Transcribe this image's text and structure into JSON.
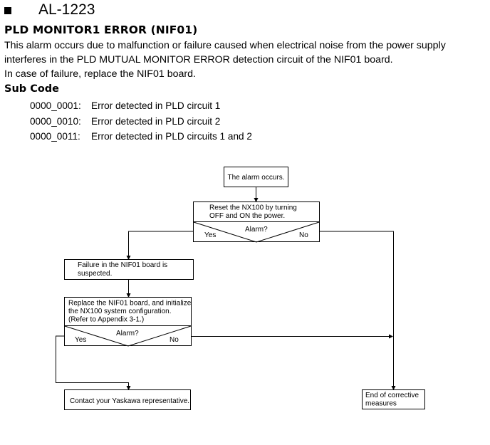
{
  "header": {
    "code": "AL-1223"
  },
  "title": "PLD MONITOR1 ERROR (NIF01)",
  "description": [
    "This alarm occurs due to malfunction or failure caused when electrical noise from the power supply",
    "interferes in the PLD MUTUAL MONITOR ERROR detection circuit of the NIF01 board.",
    "In case of failure, replace the NIF01 board."
  ],
  "sub_code_heading": "Sub Code",
  "sub_codes": [
    {
      "code": "0000_0001:",
      "text": "Error detected in PLD circuit 1"
    },
    {
      "code": "0000_0010:",
      "text": "Error detected in PLD circuit 2"
    },
    {
      "code": "0000_0011:",
      "text": "Error detected in PLD circuits 1 and 2"
    }
  ],
  "flowchart": {
    "start": "The alarm occurs.",
    "reset_line1": "Reset the NX100 by turning",
    "reset_line2": "OFF and ON the power.",
    "decision1": {
      "question": "Alarm?",
      "yes": "Yes",
      "no": "No"
    },
    "failure_line1": "Failure in the NIF01 board is",
    "failure_line2": "suspected.",
    "replace_line1": "Replace the NIF01 board, and initialize",
    "replace_line2": "the NX100 system configuration.",
    "replace_line3": "(Refer to Appendix 3-1.)",
    "decision2": {
      "question": "Alarm?",
      "yes": "Yes",
      "no": "No"
    },
    "contact": "Contact your Yaskawa representative.",
    "end_line1": "End of corrective",
    "end_line2": "measures"
  }
}
